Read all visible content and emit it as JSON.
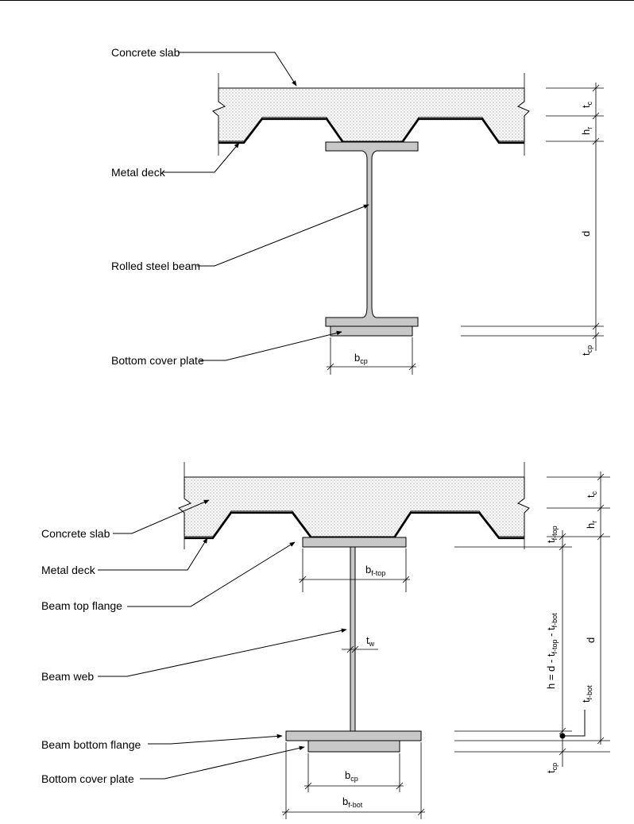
{
  "top_figure": {
    "labels": {
      "concrete_slab": "Concrete slab",
      "metal_deck": "Metal deck",
      "rolled_steel_beam": "Rolled steel beam",
      "bottom_cover_plate": "Bottom cover plate"
    },
    "dims": {
      "tc": {
        "main": "t",
        "sub": "c"
      },
      "hr": {
        "main": "h",
        "sub": "r"
      },
      "d": {
        "main": "d"
      },
      "tcp": {
        "main": "t",
        "sub": "cp"
      },
      "bcp": {
        "main": "b",
        "sub": "cp"
      }
    }
  },
  "bottom_figure": {
    "labels": {
      "concrete_slab": "Concrete slab",
      "metal_deck": "Metal deck",
      "beam_top_flange": "Beam top flange",
      "beam_web": "Beam web",
      "beam_bottom_flange": "Beam bottom flange",
      "bottom_cover_plate": "Bottom cover plate"
    },
    "dims": {
      "tc": {
        "main": "t",
        "sub": "c"
      },
      "hr": {
        "main": "h",
        "sub": "r"
      },
      "tftop": {
        "main": "t",
        "sub": "f-top"
      },
      "bftop": {
        "main": "b",
        "sub": "f-top"
      },
      "tw": {
        "main": "t",
        "sub": "w"
      },
      "d": {
        "main": "d"
      },
      "h_eq": {
        "p1": "h = d - t",
        "s1": "f-top",
        "p2": " - t",
        "s2": "f-bot"
      },
      "tfbot": {
        "main": "t",
        "sub": "f-bot"
      },
      "tcp": {
        "main": "t",
        "sub": "cp"
      },
      "bcp": {
        "main": "b",
        "sub": "cp"
      },
      "bfbot": {
        "main": "b",
        "sub": "f-bot"
      }
    }
  }
}
